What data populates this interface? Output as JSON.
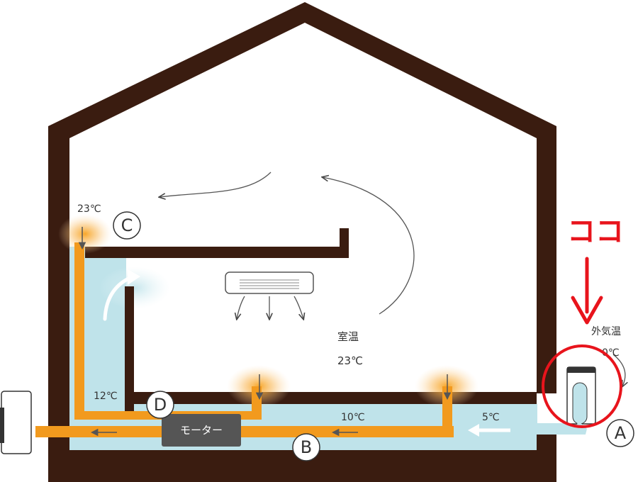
{
  "labels": {
    "c_temp": "23℃",
    "room_label": "室温",
    "room_temp": "23℃",
    "outside_label": "外気温",
    "outside_temp": "0℃",
    "d_temp": "12℃",
    "b_temp": "10℃",
    "a_temp": "5℃",
    "motor": "モーター",
    "koko": "ココ"
  },
  "markers": {
    "a": "A",
    "b": "B",
    "c": "C",
    "d": "D"
  },
  "colors": {
    "wall": "#3a1c10",
    "duct": "#f29a1e",
    "air": "#bfe3ea",
    "motor": "#555555",
    "highlight": "#e8141c"
  }
}
